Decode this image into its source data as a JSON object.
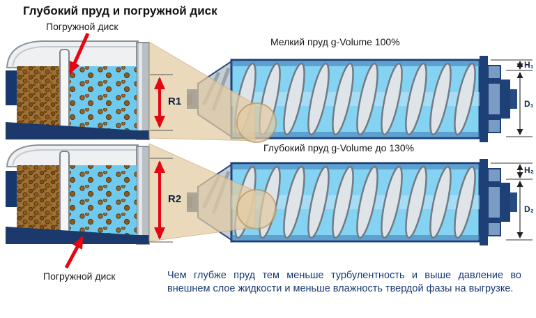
{
  "title": "Глубокий пруд и погружной диск",
  "callouts": {
    "disk_top": "Погружной диск",
    "disk_bottom": "Погружной диск"
  },
  "views": [
    {
      "label": "Мелкий пруд g-Volume 100%",
      "radius": "R1",
      "depth": "H₁",
      "diameter": "D₁"
    },
    {
      "label": "Глубокий пруд g-Volume до 130%",
      "radius": "R2",
      "depth": "H₂",
      "diameter": "D₂"
    }
  ],
  "note": "Чем глубже пруд тем меньше турбулентность и выше давление во внешнем слое жидкости и меньше влажность твердой фазы на выгрузке.",
  "colors": {
    "accent_red": "#e30613",
    "liquid_blue": "#7bd0f0",
    "navy": "#16386e",
    "callout_beige": "#e4cba3",
    "solids_brown": "#96662a",
    "metal_gray": "#c6ced5"
  }
}
